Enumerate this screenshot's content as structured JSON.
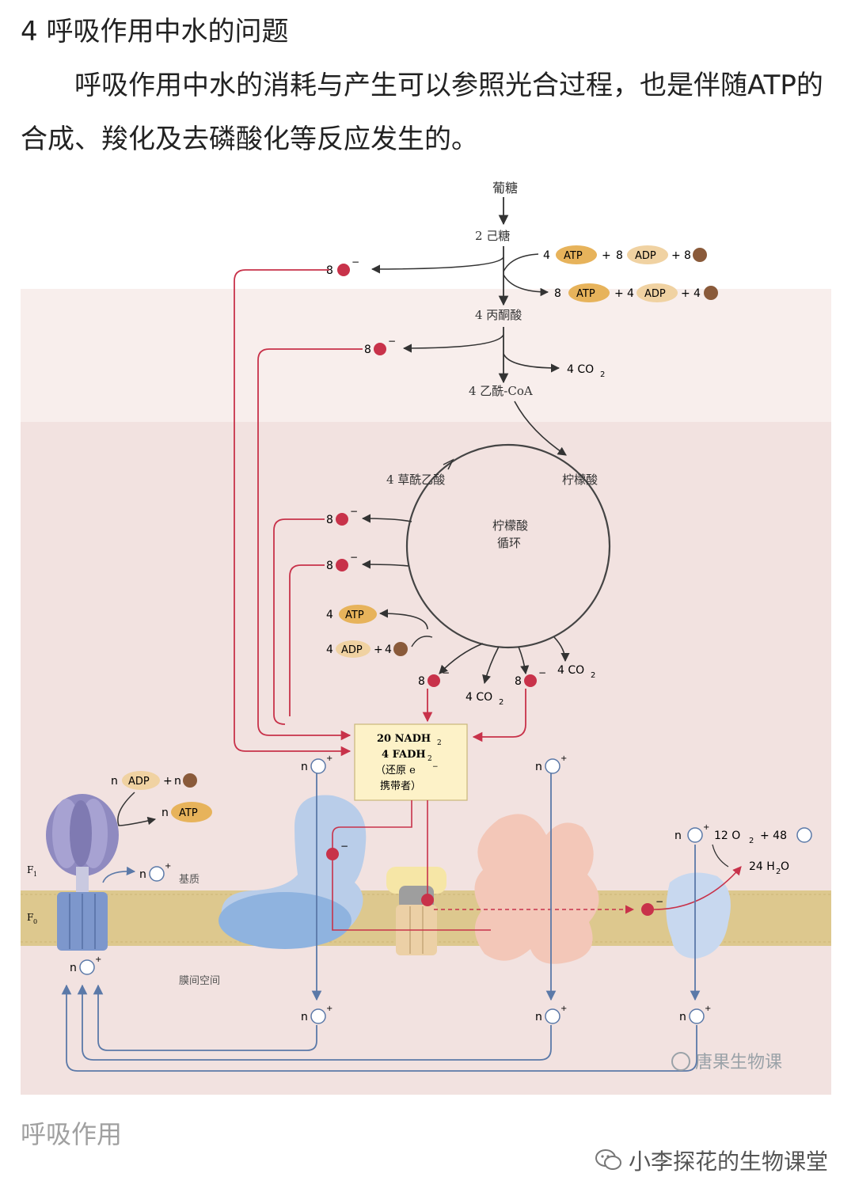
{
  "article": {
    "heading": "4 呼吸作用中水的问题",
    "paragraph": "呼吸作用中水的消耗与产生可以参照光合过程，也是伴随ATP的合成、羧化及去磷酸化等反应发生的。",
    "caption": "呼吸作用",
    "footer_account": "小李探花的生物课堂"
  },
  "diagram": {
    "glucose": "葡糖",
    "hexose": "2 己糖",
    "pyruvate": "4 丙酮酸",
    "acetyl_coa": "4 乙酰-CoA",
    "citrate": "柠檬酸",
    "oxaloacetate": "4 草酰乙酸",
    "cycle_line1": "柠檬酸",
    "cycle_line2": "循环",
    "e8": "8",
    "e_sup": "−",
    "co2_4": "4 CO",
    "co2_sub": "2",
    "atp": "ATP",
    "adp": "ADP",
    "n4": "4",
    "n8": "8",
    "plus": "+",
    "nadh_line1": "20 NADH",
    "nadh_sub": "2",
    "nadh_line2": "4 FADH",
    "carrier_line3": "（还原 e",
    "carrier_line4": "携带者）",
    "n_prefix": "n",
    "h_label": "H",
    "h_sup": "+",
    "f1": "F",
    "f1_sub": "1",
    "f0": "F",
    "f0_sub": "0",
    "matrix": "基质",
    "intermembrane": "膜间空间",
    "o2": "12 O",
    "h48": "+ 48",
    "water": "24 H",
    "water_tail": "O",
    "watermark": "唐果生物课"
  },
  "colors": {
    "electron": "#c8324a",
    "arrow_dark": "#333333",
    "arrow_red": "#c8324a",
    "arrow_blue": "#5b79a8",
    "atp_fill": "#e7b35b",
    "membrane": "#ddc88e",
    "background_upper": "#f8eeec",
    "background_lower": "#f2e1df",
    "carrier_box": "#fdf2c8"
  }
}
